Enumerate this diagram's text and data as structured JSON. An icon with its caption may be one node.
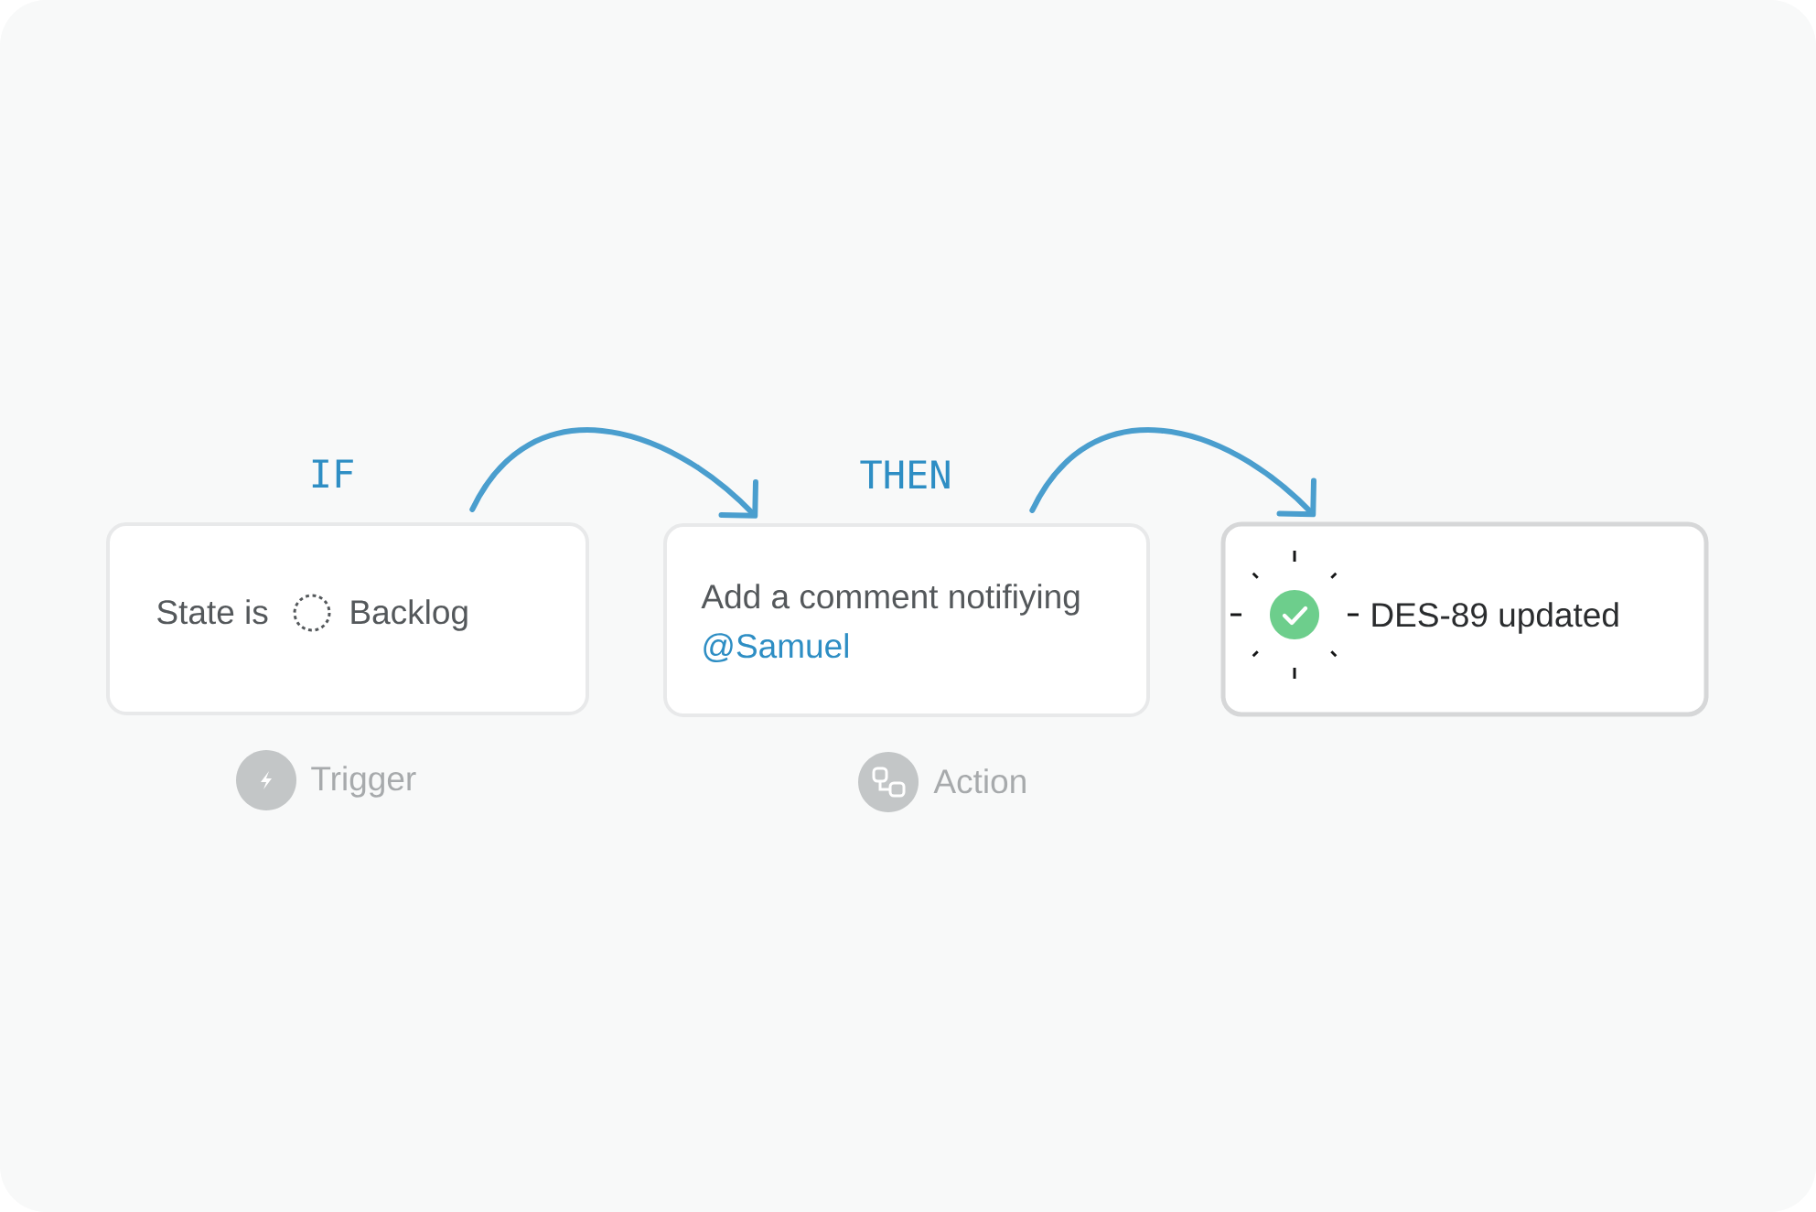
{
  "diagram": {
    "nodes": [
      {
        "text": [
          "IF",
          "State is",
          "Backlog"
        ],
        "beside": [
          "Trigger"
        ]
      },
      {
        "text": [
          "THEN",
          "Add a comment notifiying",
          "@Samuel"
        ],
        "beside": [
          "Action"
        ]
      },
      {
        "text": [
          "DES-89 updated"
        ]
      }
    ],
    "edges": [
      {
        "from": 0,
        "to": 1,
        "arrow": "to"
      },
      {
        "from": 1,
        "to": 2,
        "arrow": "to"
      }
    ]
  }
}
